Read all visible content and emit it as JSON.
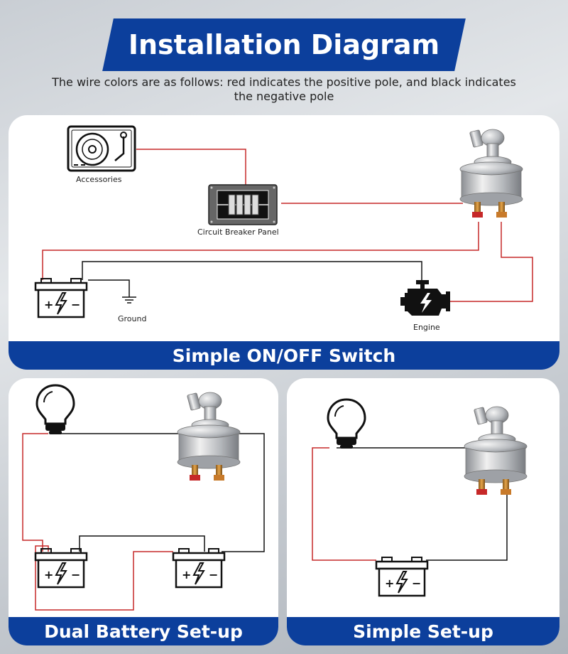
{
  "header": {
    "title": "Installation Diagram",
    "subtitle": "The wire colors are as follows: red indicates the positive pole, and black indicates the negative pole"
  },
  "colors": {
    "positive_wire": "#c62828",
    "negative_wire": "#111111",
    "brand_blue": "#0c3f9c"
  },
  "panels": {
    "simple_switch": {
      "title": "Simple ON/OFF Switch",
      "labels": {
        "accessories": "Accessories",
        "circuit_breaker": "Circuit Breaker Panel",
        "ground": "Ground",
        "engine": "Engine"
      }
    },
    "dual_battery": {
      "title": "Dual Battery Set-up"
    },
    "simple_setup": {
      "title": "Simple Set-up"
    }
  },
  "icons": [
    "turntable-icon",
    "circuit-breaker-icon",
    "battery-switch-icon",
    "battery-icon",
    "ground-icon",
    "engine-icon",
    "light-bulb-icon"
  ]
}
